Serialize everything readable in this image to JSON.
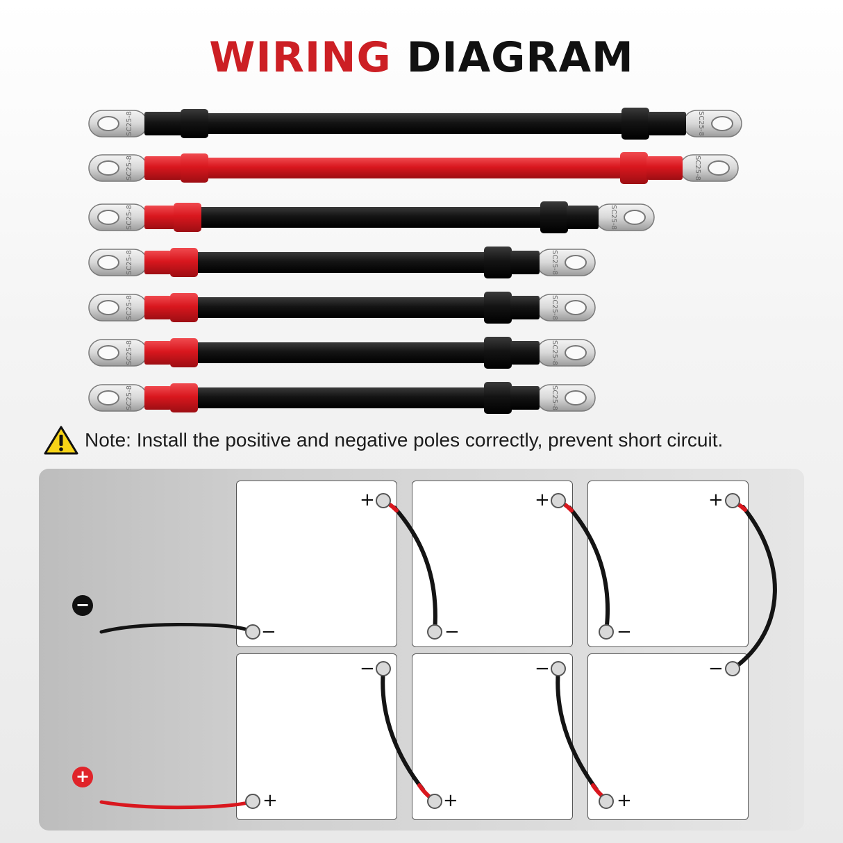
{
  "title": {
    "part1": "WIRING",
    "part2": "DIAGRAM"
  },
  "colors": {
    "title_red": "#cc1f24",
    "title_black": "#111111",
    "cable_red": "#d9171e",
    "cable_black": "#141414",
    "lug_silver": "#d8d8d8",
    "warning_yellow": "#f7d417"
  },
  "cables": [
    {
      "name": "cable-1",
      "left_sleeve": "black",
      "jacket": "black",
      "right_sleeve": "black",
      "left_stamp": "SC25-8",
      "right_stamp": "SC25-8"
    },
    {
      "name": "cable-2",
      "left_sleeve": "red",
      "jacket": "red",
      "right_sleeve": "red",
      "left_stamp": "SC25-8",
      "right_stamp": "SC25-8"
    },
    {
      "name": "cable-3",
      "left_sleeve": "red",
      "jacket": "black",
      "right_sleeve": "black",
      "left_stamp": "SC25-8",
      "right_stamp": "SC25-8"
    },
    {
      "name": "cable-4",
      "left_sleeve": "red",
      "jacket": "black",
      "right_sleeve": "black",
      "left_stamp": "SC25-8",
      "right_stamp": "SC25-8"
    },
    {
      "name": "cable-5",
      "left_sleeve": "red",
      "jacket": "black",
      "right_sleeve": "black",
      "left_stamp": "SC25-8",
      "right_stamp": "SC25-8"
    },
    {
      "name": "cable-6",
      "left_sleeve": "red",
      "jacket": "black",
      "right_sleeve": "black",
      "left_stamp": "SC25-8",
      "right_stamp": "SC25-8"
    },
    {
      "name": "cable-7",
      "left_sleeve": "red",
      "jacket": "black",
      "right_sleeve": "black",
      "left_stamp": "SC25-8",
      "right_stamp": "SC25-8"
    }
  ],
  "note": {
    "icon": "warning-triangle-icon",
    "text": "Note: Install the positive and negative poles correctly, prevent short circuit."
  },
  "diagram": {
    "negative_badge": "−",
    "positive_badge": "+",
    "batteries": [
      {
        "name": "battery-top-1",
        "terminal_a": "+",
        "terminal_b": "−"
      },
      {
        "name": "battery-top-2",
        "terminal_a": "+",
        "terminal_b": "−"
      },
      {
        "name": "battery-top-3",
        "terminal_a": "+",
        "terminal_b": "−"
      },
      {
        "name": "battery-bottom-1",
        "terminal_a": "−",
        "terminal_b": "+"
      },
      {
        "name": "battery-bottom-2",
        "terminal_a": "−",
        "terminal_b": "+"
      },
      {
        "name": "battery-bottom-3",
        "terminal_a": "−",
        "terminal_b": ""
      }
    ]
  }
}
